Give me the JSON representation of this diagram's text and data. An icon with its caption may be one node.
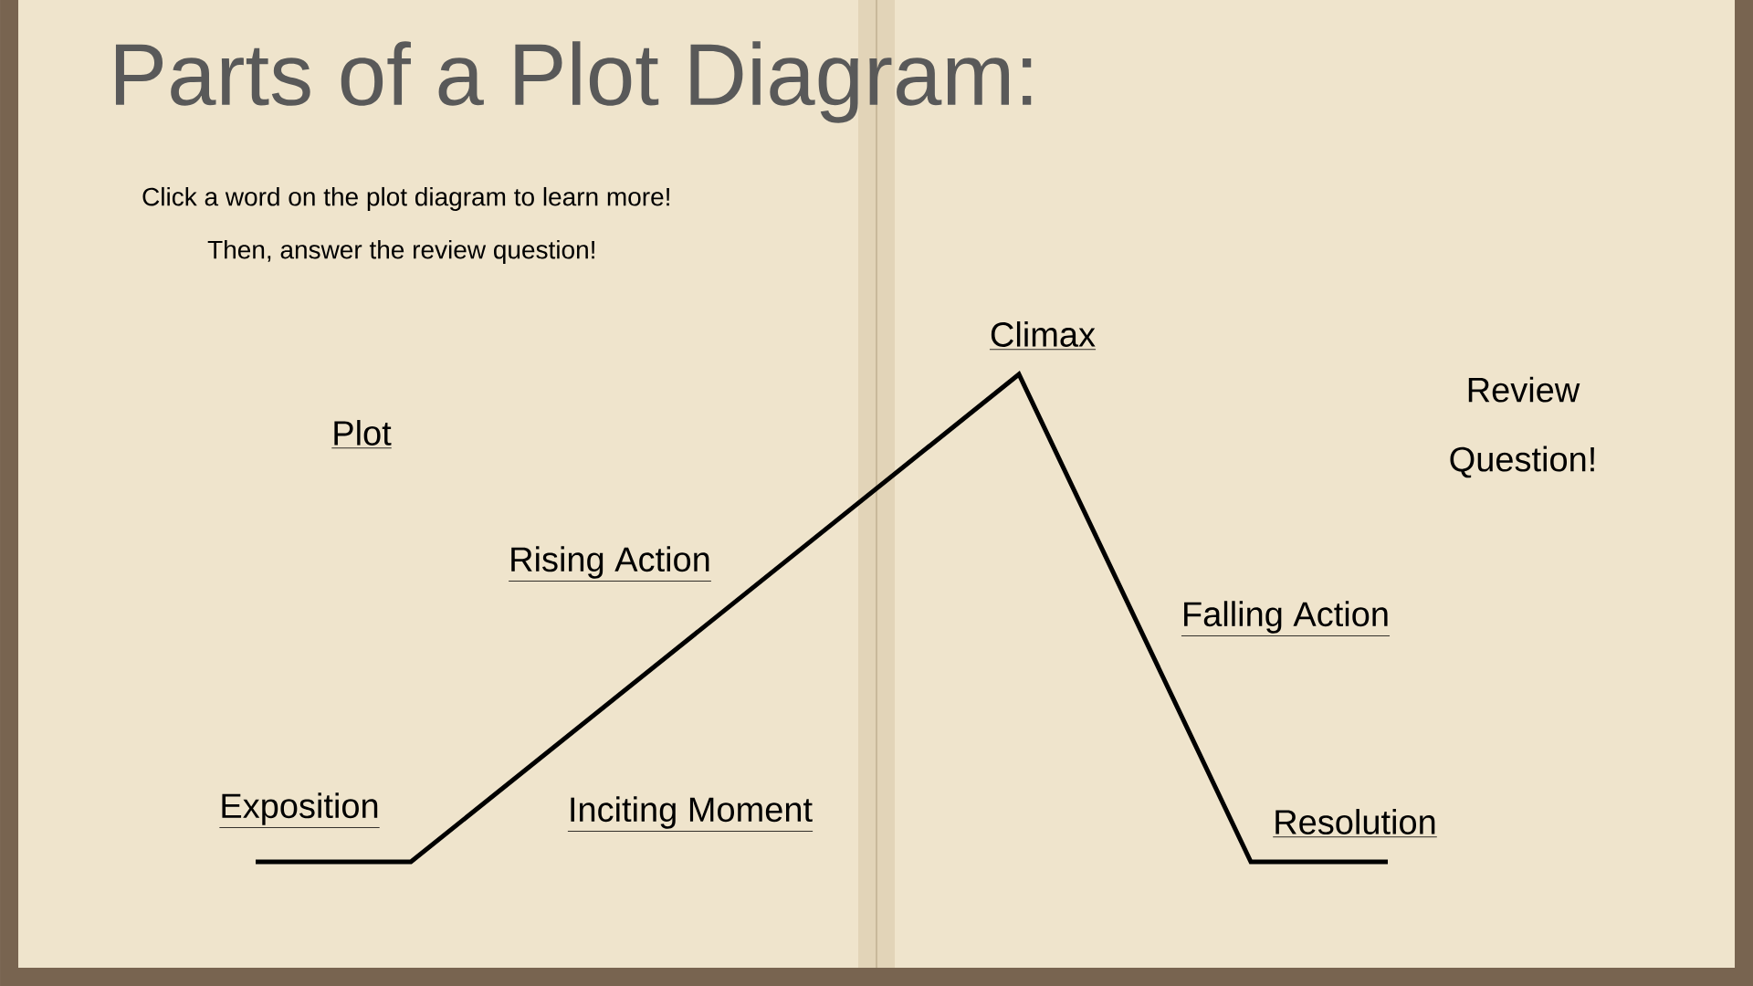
{
  "diagram": {
    "title": "Parts of a Plot Diagram:",
    "labels": [
      "Click a word on the plot diagram to learn more!",
      "Then, answer the review question!",
      "Climax",
      "Review Question!",
      "Plot",
      "Rising Action",
      "Falling Action",
      "Exposition",
      "Inciting Moment",
      "Resolution"
    ]
  }
}
